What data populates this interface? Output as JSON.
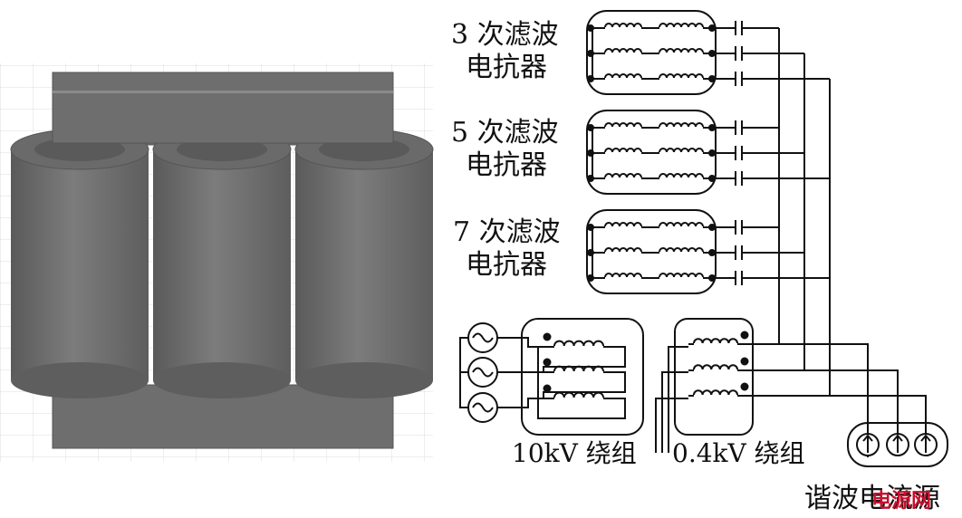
{
  "labels": {
    "filter3_line1": "3 次滤波",
    "filter3_line2": "电抗器",
    "filter5_line1": "5 次滤波",
    "filter5_line2": "电抗器",
    "filter7_line1": "7 次滤波",
    "filter7_line2": "电抗器",
    "winding_10kv": "10kV 绕组",
    "winding_04kv": "0.4kV 绕组",
    "harmonic_source": "谐波电流源"
  },
  "watermark": "电源网",
  "icons": [
    "ac-source-icon",
    "current-source-icon",
    "capacitor-icon",
    "winding-coil-icon"
  ],
  "colors": {
    "core": "#6e6e6e",
    "line": "#111111",
    "watermark": "#c8102e"
  }
}
